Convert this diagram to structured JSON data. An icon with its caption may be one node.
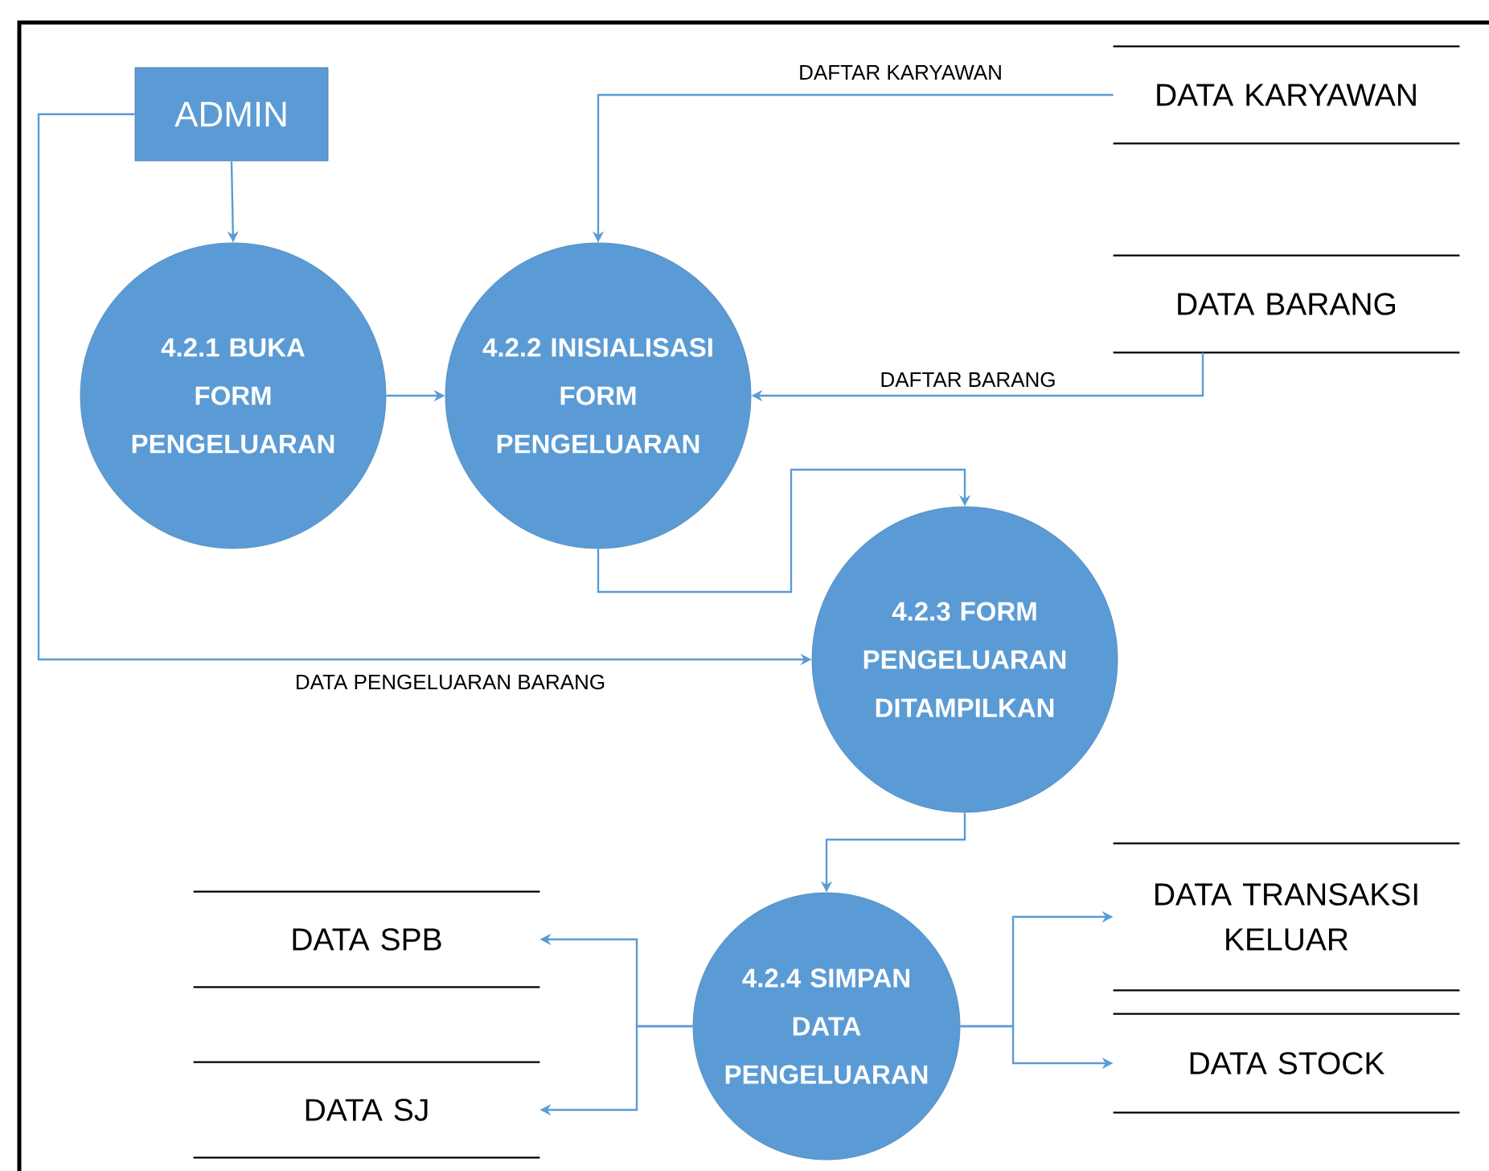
{
  "diagram": {
    "nodes": [
      {
        "text": [
          "ADMIN"
        ]
      },
      {
        "text": [
          "4.2.1 BUKA FORM PENGELUARAN"
        ]
      },
      {
        "text": [
          "4.2.2 INISIALISASI FORM PENGELUARAN"
        ]
      },
      {
        "text": [
          "DATA KARYAWAN"
        ]
      },
      {
        "text": [
          "DATA BARANG"
        ]
      },
      {
        "text": [
          "4.2.3 FORM PENGELUARAN DITAMPILKAN"
        ]
      },
      {
        "text": [
          "DATA SPB"
        ]
      },
      {
        "text": [
          "DATA SJ"
        ]
      },
      {
        "text": [
          "4.2.4 SIMPAN DATA PENGELUARAN"
        ]
      },
      {
        "text": [
          "DATA TRANSAKSI KELUAR"
        ]
      },
      {
        "text": [
          "DATA STOCK"
        ]
      }
    ],
    "edges": [
      {
        "from": 0,
        "to": 1,
        "arrow": "to"
      },
      {
        "from": 1,
        "to": 2,
        "arrow": "to"
      },
      {
        "from": 3,
        "to": 2,
        "arrow": "to",
        "label": "DAFTAR KARYAWAN"
      },
      {
        "from": 4,
        "to": 2,
        "arrow": "to",
        "label": "DAFTAR BARANG"
      },
      {
        "from": 2,
        "to": 5,
        "arrow": "to"
      },
      {
        "from": 0,
        "to": 5,
        "arrow": "to",
        "label": "DATA PENGELUARAN BARANG"
      },
      {
        "from": 5,
        "to": 8,
        "arrow": "to"
      },
      {
        "from": 8,
        "to": 6,
        "arrow": "to"
      },
      {
        "from": 8,
        "to": 7,
        "arrow": "to"
      },
      {
        "from": 8,
        "to": 9,
        "arrow": "to"
      },
      {
        "from": 8,
        "to": 10,
        "arrow": "to"
      }
    ]
  }
}
